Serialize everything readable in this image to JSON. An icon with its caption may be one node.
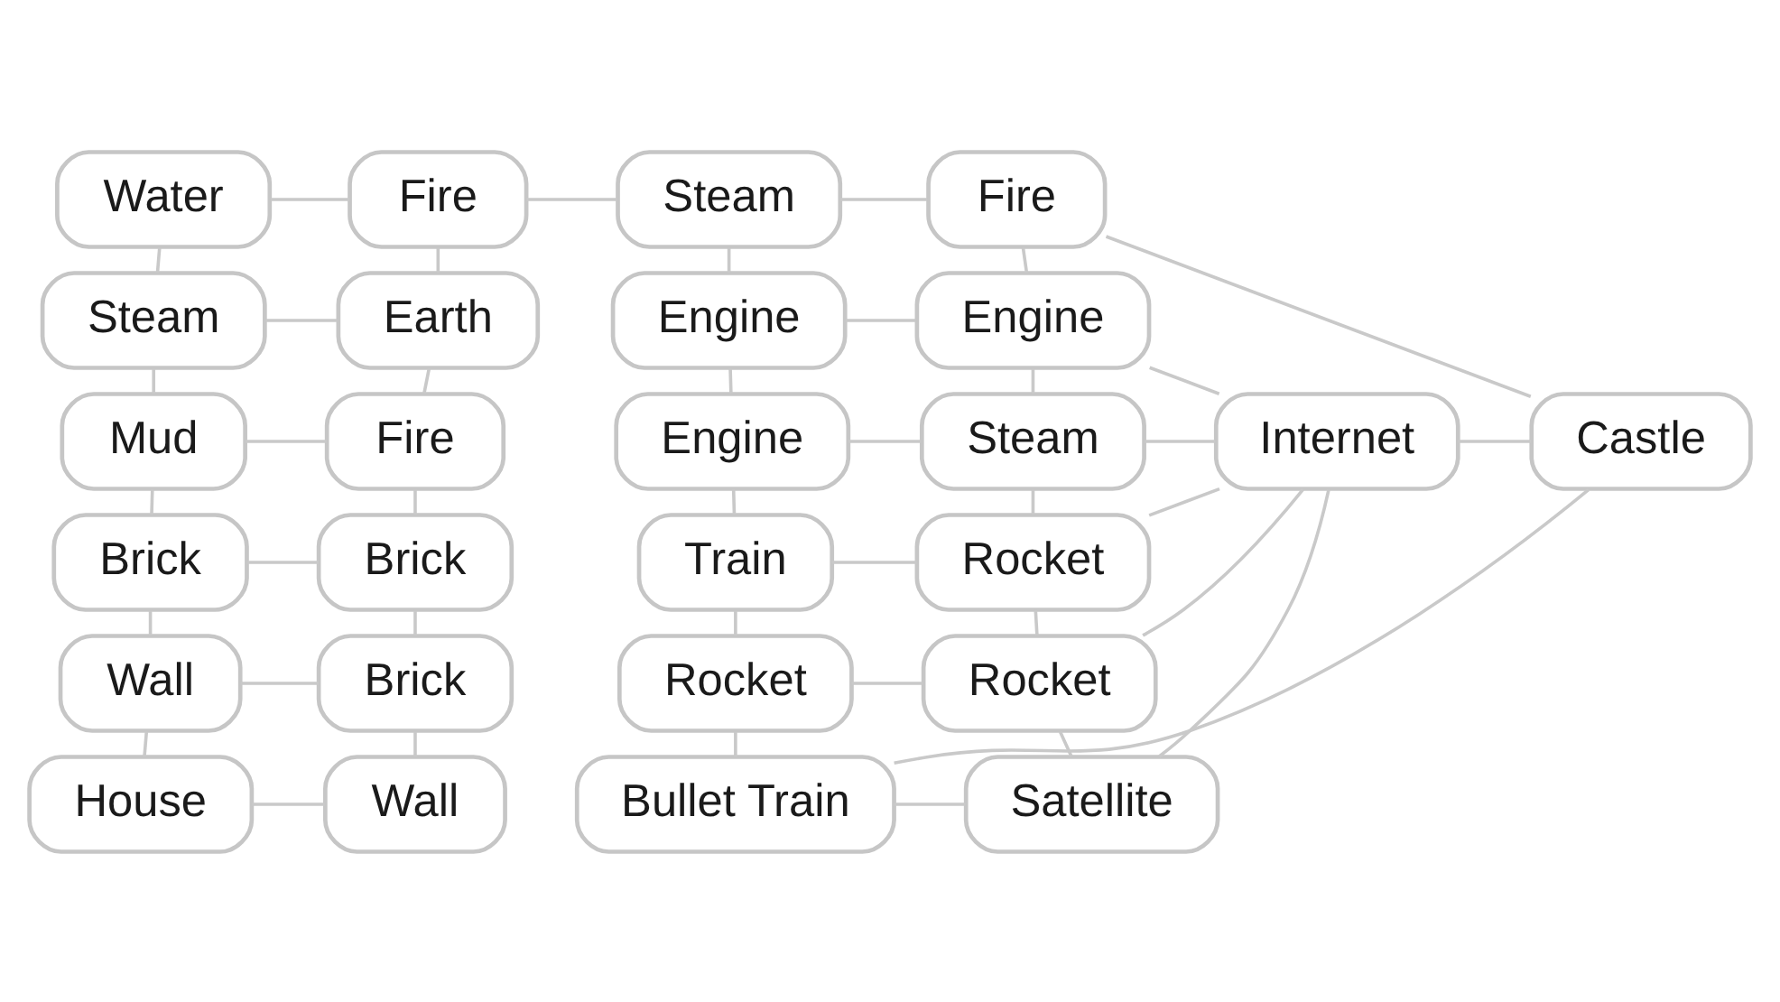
{
  "diagram": {
    "nodes": [
      {
        "text": [
          "Water"
        ]
      },
      {
        "text": [
          "Fire"
        ]
      },
      {
        "text": [
          "Steam"
        ]
      },
      {
        "text": [
          "Earth"
        ]
      },
      {
        "text": [
          "Mud"
        ]
      },
      {
        "text": [
          "Fire"
        ]
      },
      {
        "text": [
          "Brick"
        ]
      },
      {
        "text": [
          "Brick"
        ]
      },
      {
        "text": [
          "Wall"
        ]
      },
      {
        "text": [
          "Brick"
        ]
      },
      {
        "text": [
          "House"
        ]
      },
      {
        "text": [
          "Wall"
        ]
      },
      {
        "text": [
          "Steam"
        ]
      },
      {
        "text": [
          "Fire"
        ]
      },
      {
        "text": [
          "Engine"
        ]
      },
      {
        "text": [
          "Engine"
        ]
      },
      {
        "text": [
          "Engine"
        ]
      },
      {
        "text": [
          "Steam"
        ]
      },
      {
        "text": [
          "Train"
        ]
      },
      {
        "text": [
          "Rocket"
        ]
      },
      {
        "text": [
          "Rocket"
        ]
      },
      {
        "text": [
          "Rocket"
        ]
      },
      {
        "text": [
          "Bullet Train"
        ]
      },
      {
        "text": [
          "Satellite"
        ]
      },
      {
        "text": [
          "Internet"
        ]
      },
      {
        "text": [
          "Castle"
        ]
      }
    ],
    "edges": [
      {
        "from": 0,
        "to": 1,
        "arrow": "none"
      },
      {
        "from": 1,
        "to": 12,
        "arrow": "none"
      },
      {
        "from": 12,
        "to": 13,
        "arrow": "none"
      },
      {
        "from": 2,
        "to": 3,
        "arrow": "none"
      },
      {
        "from": 14,
        "to": 15,
        "arrow": "none"
      },
      {
        "from": 4,
        "to": 5,
        "arrow": "none"
      },
      {
        "from": 16,
        "to": 17,
        "arrow": "none"
      },
      {
        "from": 24,
        "to": 25,
        "arrow": "none"
      },
      {
        "from": 6,
        "to": 7,
        "arrow": "none"
      },
      {
        "from": 18,
        "to": 19,
        "arrow": "none"
      },
      {
        "from": 8,
        "to": 9,
        "arrow": "none"
      },
      {
        "from": 20,
        "to": 21,
        "arrow": "none"
      },
      {
        "from": 10,
        "to": 11,
        "arrow": "none"
      },
      {
        "from": 22,
        "to": 23,
        "arrow": "none"
      },
      {
        "from": 0,
        "to": 2,
        "arrow": "none"
      },
      {
        "from": 2,
        "to": 4,
        "arrow": "none"
      },
      {
        "from": 4,
        "to": 6,
        "arrow": "none"
      },
      {
        "from": 6,
        "to": 8,
        "arrow": "none"
      },
      {
        "from": 8,
        "to": 10,
        "arrow": "none"
      },
      {
        "from": 1,
        "to": 3,
        "arrow": "none"
      },
      {
        "from": 3,
        "to": 5,
        "arrow": "none"
      },
      {
        "from": 5,
        "to": 7,
        "arrow": "none"
      },
      {
        "from": 7,
        "to": 9,
        "arrow": "none"
      },
      {
        "from": 9,
        "to": 11,
        "arrow": "none"
      },
      {
        "from": 12,
        "to": 14,
        "arrow": "none"
      },
      {
        "from": 14,
        "to": 16,
        "arrow": "none"
      },
      {
        "from": 16,
        "to": 18,
        "arrow": "none"
      },
      {
        "from": 18,
        "to": 20,
        "arrow": "none"
      },
      {
        "from": 20,
        "to": 22,
        "arrow": "none"
      },
      {
        "from": 13,
        "to": 15,
        "arrow": "none"
      },
      {
        "from": 15,
        "to": 17,
        "arrow": "none"
      },
      {
        "from": 17,
        "to": 19,
        "arrow": "none"
      },
      {
        "from": 19,
        "to": 21,
        "arrow": "none"
      },
      {
        "from": 21,
        "to": 23,
        "arrow": "none"
      },
      {
        "from": 15,
        "to": 24,
        "arrow": "none"
      },
      {
        "from": 17,
        "to": 24,
        "arrow": "none"
      },
      {
        "from": 19,
        "to": 24,
        "arrow": "none"
      },
      {
        "from": 21,
        "to": 24,
        "arrow": "none"
      },
      {
        "from": 23,
        "to": 24,
        "arrow": "none"
      },
      {
        "from": 13,
        "to": 25,
        "arrow": "none"
      },
      {
        "from": 22,
        "to": 25,
        "arrow": "none"
      }
    ]
  }
}
